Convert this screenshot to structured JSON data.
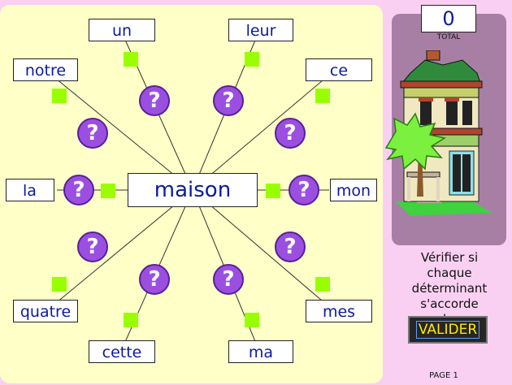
{
  "center_word": "maison",
  "words": {
    "un": "un",
    "leur": "leur",
    "notre": "notre",
    "ce": "ce",
    "la": "la",
    "mon": "mon",
    "quatre": "quatre",
    "mes": "mes",
    "cette": "cette",
    "ma": "ma"
  },
  "question_mark": "?",
  "score": {
    "value": "0",
    "label": "TOTAL"
  },
  "instruction": {
    "line1": "Vérifier si",
    "line2": "chaque déterminant",
    "line3": "s'accorde",
    "line4": "avec le nom."
  },
  "buttons": {
    "valider": "VALIDER"
  },
  "page_label": "PAGE 1",
  "colors": {
    "board": "#ffffc8",
    "background": "#f9d0f2",
    "question_bubble": "#9b4fe0",
    "answer_square": "#99ff00",
    "word_text": "#0b1aa0",
    "button_text": "#ffea00"
  }
}
